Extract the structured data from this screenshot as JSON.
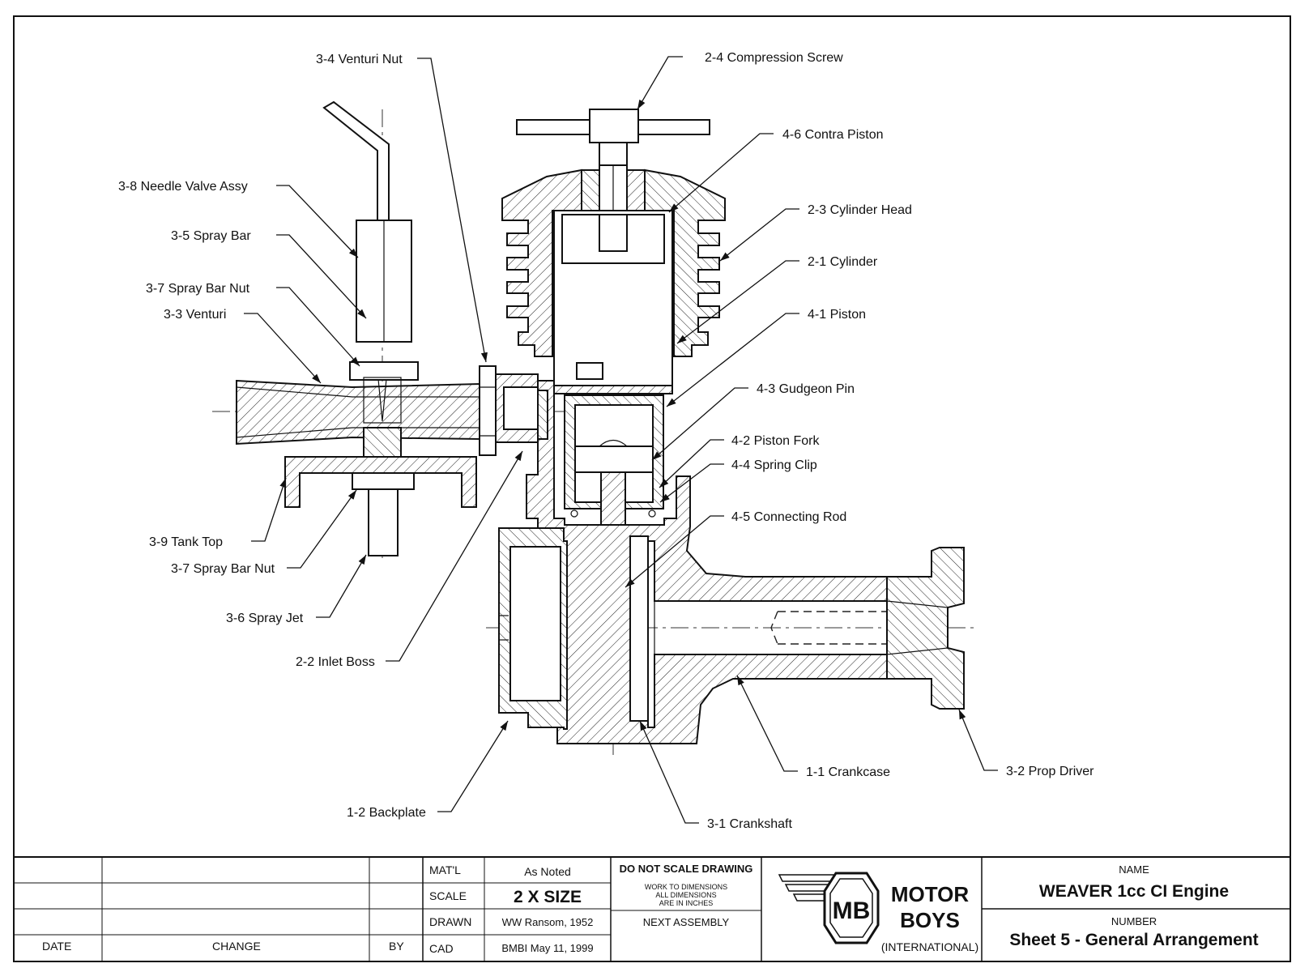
{
  "callouts": [
    {
      "id": "venturi-nut",
      "text": "3-4 Venturi Nut"
    },
    {
      "id": "compression-screw",
      "text": "2-4 Compression Screw"
    },
    {
      "id": "contra-piston",
      "text": "4-6 Contra Piston"
    },
    {
      "id": "needle-valve-assy",
      "text": "3-8 Needle Valve Assy"
    },
    {
      "id": "cylinder-head",
      "text": "2-3 Cylinder Head"
    },
    {
      "id": "spray-bar",
      "text": "3-5 Spray Bar"
    },
    {
      "id": "cylinder",
      "text": "2-1 Cylinder"
    },
    {
      "id": "spray-bar-nut-top",
      "text": "3-7 Spray Bar Nut"
    },
    {
      "id": "venturi",
      "text": "3-3 Venturi"
    },
    {
      "id": "piston",
      "text": "4-1 Piston"
    },
    {
      "id": "gudgeon-pin",
      "text": "4-3 Gudgeon Pin"
    },
    {
      "id": "piston-fork",
      "text": "4-2 Piston Fork"
    },
    {
      "id": "spring-clip",
      "text": "4-4 Spring Clip"
    },
    {
      "id": "connecting-rod",
      "text": "4-5 Connecting Rod"
    },
    {
      "id": "tank-top",
      "text": "3-9 Tank Top"
    },
    {
      "id": "spray-bar-nut-bottom",
      "text": "3-7 Spray Bar Nut"
    },
    {
      "id": "spray-jet",
      "text": "3-6 Spray Jet"
    },
    {
      "id": "inlet-boss",
      "text": "2-2 Inlet Boss"
    },
    {
      "id": "crankcase",
      "text": "1-1 Crankcase"
    },
    {
      "id": "prop-driver",
      "text": "3-2 Prop Driver"
    },
    {
      "id": "backplate",
      "text": "1-2 Backplate"
    },
    {
      "id": "crankshaft",
      "text": "3-1 Crankshaft"
    }
  ],
  "title_block": {
    "date_header": "DATE",
    "change_header": "CHANGE",
    "by_header": "BY",
    "matl_label": "MAT'L",
    "matl_value": "As Noted",
    "scale_label": "SCALE",
    "scale_value": "2 X SIZE",
    "drawn_label": "DRAWN",
    "drawn_value": "WW Ransom, 1952",
    "cad_label": "CAD",
    "cad_value": "BMBI May 11, 1999",
    "do_not_scale": "DO NOT SCALE DRAWING",
    "note_line1": "WORK TO DIMENSIONS",
    "note_line2": "ALL DIMENSIONS",
    "note_line3": "ARE IN INCHES",
    "next_assembly": "NEXT ASSEMBLY",
    "logo_letters": "MB",
    "company_line1": "MOTOR",
    "company_line2": "BOYS",
    "company_line3": "(INTERNATIONAL)",
    "name_label": "NAME",
    "name_value": "WEAVER 1cc CI Engine",
    "number_label": "NUMBER",
    "number_value": "Sheet 5 - General Arrangement"
  }
}
